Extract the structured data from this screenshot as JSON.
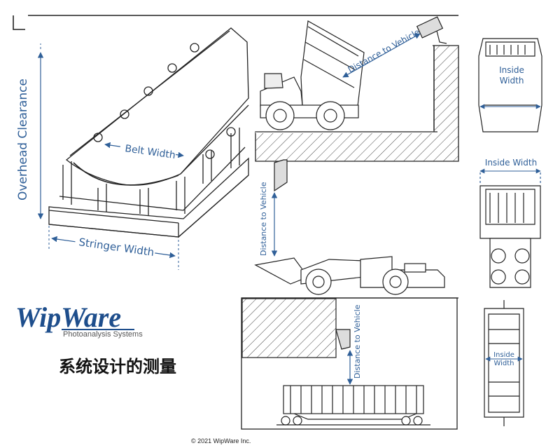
{
  "logo": {
    "brand_part1": "Wip",
    "brand_part2": "Ware",
    "tagline": "Photoanalysis Systems",
    "brand_color": "#1e4e8c",
    "tagline_color": "#555555"
  },
  "title": "系统设计的测量",
  "copyright": "© 2021 WipWare Inc.",
  "colors": {
    "dimension": "#2f5f98",
    "line": "#222222",
    "hatch": "#444444"
  },
  "conveyor": {
    "overhead_clearance": "Overhead Clearance",
    "belt_width": "Belt Width",
    "stringer_width": "Stringer Width"
  },
  "haul_truck": {
    "distance_label": "Distance to Vehicle"
  },
  "truck_top": {
    "inside_width": "Inside\nWidth",
    "line1": "Inside",
    "line2": "Width"
  },
  "loader": {
    "distance_label": "Distance to Vehicle",
    "inside_width_label": "Inside Width"
  },
  "rail_car": {
    "distance_label": "Distance to Vehicle",
    "line1": "Inside",
    "line2": "Width"
  },
  "icons": [
    "camera-mount-icon",
    "truck-icon",
    "loader-icon",
    "railcar-icon",
    "conveyor-icon"
  ]
}
